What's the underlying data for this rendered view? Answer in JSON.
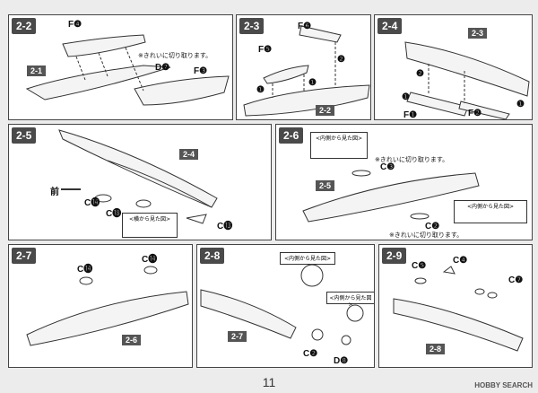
{
  "page_number": "11",
  "watermark": "HOBBY SEARCH",
  "panels": {
    "p22": {
      "step": "2-2",
      "labels": [
        "F❹",
        "D❼",
        "F❸",
        "2-1"
      ],
      "note": "※きれいに切り取ります。"
    },
    "p23": {
      "step": "2-3",
      "labels": [
        "F❻",
        "F❺",
        "2-2"
      ],
      "arrows": [
        "❶",
        "❷",
        "❶"
      ]
    },
    "p24": {
      "step": "2-4",
      "labels": [
        "2-3",
        "F❶",
        "F❷"
      ],
      "arrows": [
        "❷",
        "❶",
        "❶"
      ]
    },
    "p25": {
      "step": "2-5",
      "labels": [
        "2-4",
        "C⓮",
        "C⓲",
        "C⓭"
      ],
      "front": "前",
      "inset": "<横から見た図>"
    },
    "p26": {
      "step": "2-6",
      "labels": [
        "C❸",
        "2-5",
        "C❷"
      ],
      "inset_top": "<内側から見た図>",
      "inset_right": "<内側から見た図>",
      "note1": "※きれいに切り取ります。",
      "note2": "※きれいに切り取ります。"
    },
    "p27": {
      "step": "2-7",
      "labels": [
        "C⓮",
        "C⓮",
        "2-6"
      ]
    },
    "p28": {
      "step": "2-8",
      "labels": [
        "2-7",
        "C❷",
        "D❽"
      ],
      "inset_top": "<内側から見た図>",
      "inset_right": "<内側から見た図>"
    },
    "p29": {
      "step": "2-9",
      "labels": [
        "C❹",
        "C❺",
        "C❼",
        "2-8"
      ]
    }
  }
}
